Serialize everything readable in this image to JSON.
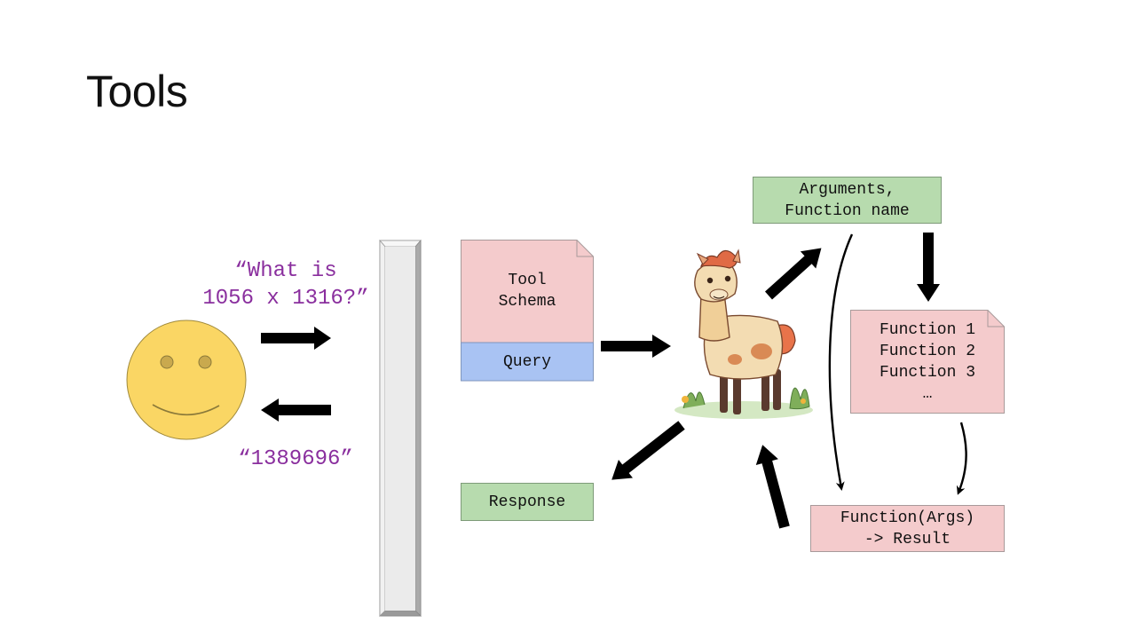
{
  "title": "Tools",
  "user_question": {
    "line1": "“What is",
    "line2": "1056 x 1316?”"
  },
  "user_answer": "“1389696”",
  "tool_schema": {
    "line1": "Tool",
    "line2": "Schema"
  },
  "query": "Query",
  "response": "Response",
  "arguments": {
    "line1": "Arguments,",
    "line2": "Function name"
  },
  "functions": [
    "Function 1",
    "Function 2",
    "Function 3",
    "…"
  ],
  "function_call": {
    "line1": "Function(Args)",
    "line2": "-> Result"
  },
  "colors": {
    "green": "#b7dbae",
    "pink": "#f4cbcc",
    "blue": "#a9c3f3",
    "purple": "#8a2f9e",
    "smiley": "#fad664"
  },
  "icons": [
    "smiley-face-icon",
    "llama-illustration"
  ]
}
